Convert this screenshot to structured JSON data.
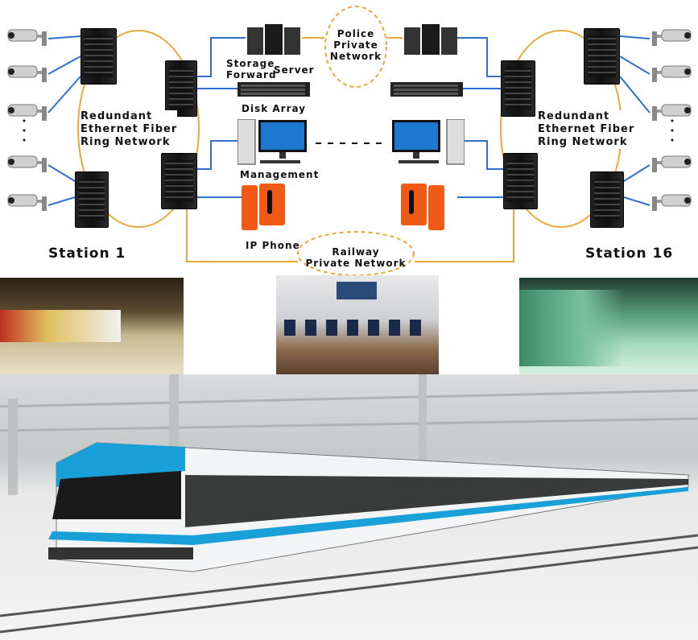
{
  "left_station": {
    "name": "Station 1",
    "ring_label": [
      "Redundant",
      "Ethernet Fiber",
      "Ring Network"
    ]
  },
  "right_station": {
    "name": "Station 16",
    "ring_label": [
      "Redundant",
      "Ethernet Fiber",
      "Ring Network"
    ]
  },
  "center": {
    "storage_forward": [
      "Storage",
      "Forward"
    ],
    "server": "Server",
    "disk_array": "Disk Array",
    "management": "Management",
    "ip_phone": "IP Phone"
  },
  "networks": {
    "police": [
      "Police",
      "Private",
      "Network"
    ],
    "railway": [
      "Railway",
      "Private Network"
    ]
  },
  "colors": {
    "ethernet_link": "#2f6fd0",
    "fiber_link": "#e8a93a",
    "phone": "#f05a14",
    "train_accent": "#1aa0d8"
  }
}
